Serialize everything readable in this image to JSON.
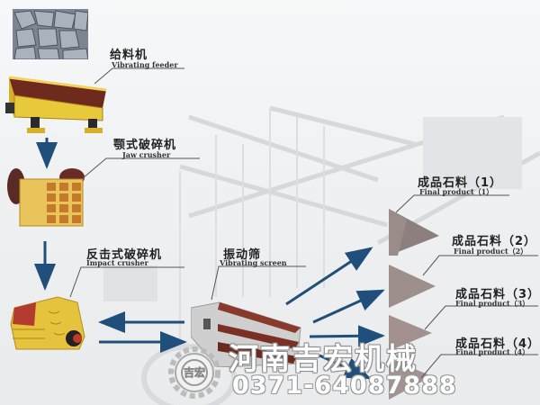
{
  "diagram": {
    "title": "Stone crushing production line flow",
    "colors": {
      "arrow": "#1f4f7a",
      "machine_yellow": "#e6c23a",
      "machine_red": "#8a3a2a",
      "product_pile": "#8c7f7d",
      "leader_line": "#555555"
    },
    "nodes": [
      {
        "id": "raw-stone",
        "label_cn": "",
        "label_en": ""
      },
      {
        "id": "feeder",
        "label_cn": "给料机",
        "label_en": "Vibrating feeder"
      },
      {
        "id": "jaw-crusher",
        "label_cn": "颚式破碎机",
        "label_en": "Jaw crusher"
      },
      {
        "id": "impact-crusher",
        "label_cn": "反击式破碎机",
        "label_en": "Impact crusher"
      },
      {
        "id": "vibrating-screen",
        "label_cn": "振动筛",
        "label_en": "Vibrating screen"
      }
    ],
    "products": [
      {
        "label_cn": "成品石料（1）",
        "label_en": "Final product（1）"
      },
      {
        "label_cn": "成品石料（2）",
        "label_en": "Final product（2）"
      },
      {
        "label_cn": "成品石料（3）",
        "label_en": "Final product（3）"
      },
      {
        "label_cn": "成品石料（4）",
        "label_en": "Final product（4）"
      }
    ],
    "flows": [
      {
        "from": "raw-stone",
        "to": "feeder"
      },
      {
        "from": "feeder",
        "to": "jaw-crusher"
      },
      {
        "from": "jaw-crusher",
        "to": "impact-crusher"
      },
      {
        "from": "impact-crusher",
        "to": "vibrating-screen"
      },
      {
        "from": "vibrating-screen",
        "to": "impact-crusher"
      },
      {
        "from": "vibrating-screen",
        "to": "product-1"
      },
      {
        "from": "vibrating-screen",
        "to": "product-2"
      },
      {
        "from": "vibrating-screen",
        "to": "product-3"
      },
      {
        "from": "vibrating-screen",
        "to": "product-4"
      }
    ]
  },
  "watermark": {
    "company": "河南吉宏机械",
    "phone": "0371-64087888",
    "logo_text": "吉宏"
  }
}
